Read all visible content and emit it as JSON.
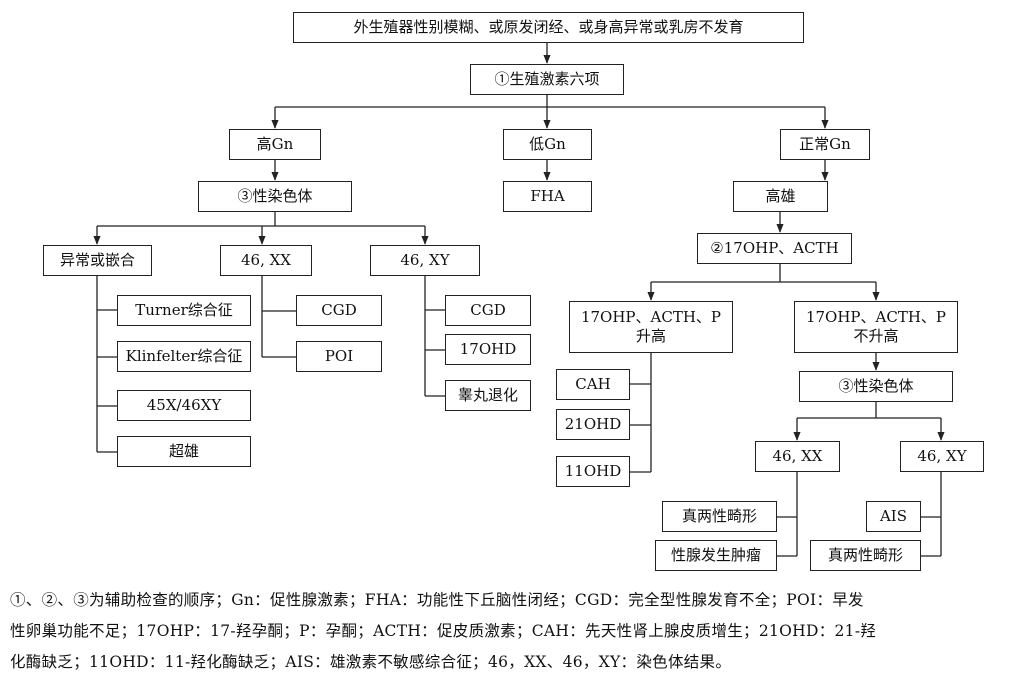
{
  "nodes": {
    "root": "外生殖器性别模糊、或原发闭经、或身高异常或乳房不发育",
    "hormones": "①生殖激素六项",
    "high_gn": "高Gn",
    "low_gn": "低Gn",
    "normal_gn": "正常Gn",
    "karyotype_1": "③性染色体",
    "fha": "FHA",
    "hyperandrogen": "高雄",
    "abnormal_mosaic": "异常或嵌合",
    "xx_1": "46, XX",
    "xy_1": "46, XY",
    "ohp_acth": "②17OHP、ACTH",
    "turner": "Turner综合征",
    "klinefelter": "Klinfelter综合征",
    "x45_46xy": "45X/46XY",
    "super_male": "超雄",
    "cgd_xx": "CGD",
    "poi": "POI",
    "cgd_xy": "CGD",
    "ohd17": "17OHD",
    "testis_regression": "睾丸退化",
    "elevated": "17OHP、ACTH、P\n升高",
    "not_elevated": "17OHP、ACTH、P\n不升高",
    "cah": "CAH",
    "ohd21": "21OHD",
    "ohd11": "11OHD",
    "karyotype_2": "③性染色体",
    "xx_2": "46, XX",
    "xy_2": "46, XY",
    "true_herm_xx": "真两性畸形",
    "gonad_tumor": "性腺发生肿瘤",
    "ais": "AIS",
    "true_herm_xy": "真两性畸形"
  },
  "legend": {
    "line1": "①、②、③为辅助检查的顺序；Gn：促性腺激素；FHA：功能性下丘脑性闭经；CGD：完全型性腺发育不全；POI：早发",
    "line2": "性卵巢功能不足；17OHP：17-羟孕酮；P：孕酮；ACTH：促皮质激素；CAH：先天性肾上腺皮质增生；21OHD：21-羟",
    "line3": "化酶缺乏；11OHD：11-羟化酶缺乏；AIS：雄激素不敏感综合征；46，XX、46，XY：染色体结果。"
  }
}
